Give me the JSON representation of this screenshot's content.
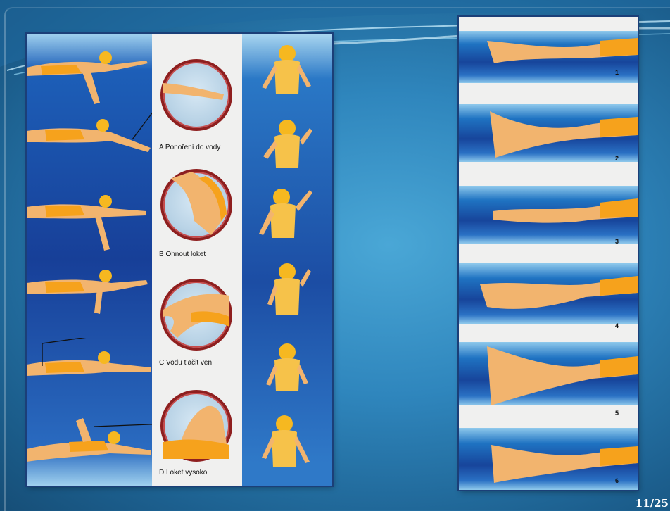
{
  "slide": {
    "page_counter": "11/25",
    "colors": {
      "background": "#2f86bd",
      "panel_border": "#1b3f78",
      "circle_border": "#8e1f1f",
      "swimmer": "#f2b46e",
      "suit": "#f6a21c",
      "water": "#17459b"
    }
  },
  "left_figure": {
    "description_icons": [
      "swimmer-side-view",
      "detail-circle",
      "swimmer-front-view"
    ],
    "captions": [
      "A Ponoření do vody",
      "B Ohnout loket",
      "C Vodu tlačit ven",
      "D Loket vysoko"
    ]
  },
  "right_figure": {
    "frame_numbers": [
      "1",
      "2",
      "3",
      "4",
      "5",
      "6"
    ]
  }
}
